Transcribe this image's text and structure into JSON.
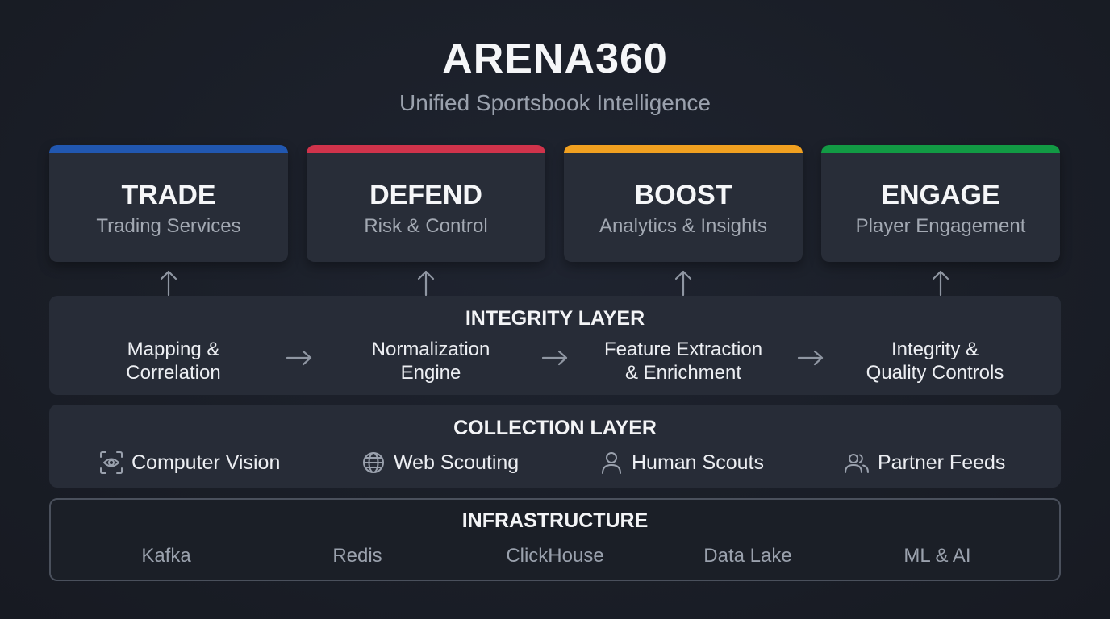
{
  "header": {
    "title": "ARENA360",
    "subtitle": "Unified Sportsbook Intelligence"
  },
  "pillars": [
    {
      "name": "TRADE",
      "desc": "Trading Services",
      "color": "#2157b0"
    },
    {
      "name": "DEFEND",
      "desc": "Risk & Control",
      "color": "#d0334b"
    },
    {
      "name": "BOOST",
      "desc": "Analytics & Insights",
      "color": "#f0a020"
    },
    {
      "name": "ENGAGE",
      "desc": "Player Engagement",
      "color": "#129a44"
    }
  ],
  "integrity_layer": {
    "title": "INTEGRITY LAYER",
    "steps": [
      {
        "line1": "Mapping &",
        "line2": "Correlation"
      },
      {
        "line1": "Normalization",
        "line2": "Engine"
      },
      {
        "line1": "Feature Extraction",
        "line2": "& Enrichment"
      },
      {
        "line1": "Integrity &",
        "line2": "Quality Controls"
      }
    ]
  },
  "collection_layer": {
    "title": "COLLECTION LAYER",
    "sources": [
      {
        "label": "Computer Vision",
        "icon": "eye-scan-icon"
      },
      {
        "label": "Web Scouting",
        "icon": "globe-icon"
      },
      {
        "label": "Human Scouts",
        "icon": "person-icon"
      },
      {
        "label": "Partner Feeds",
        "icon": "people-icon"
      }
    ]
  },
  "infrastructure": {
    "title": "INFRASTRUCTURE",
    "items": [
      "Kafka",
      "Redis",
      "ClickHouse",
      "Data Lake",
      "ML & AI"
    ]
  }
}
